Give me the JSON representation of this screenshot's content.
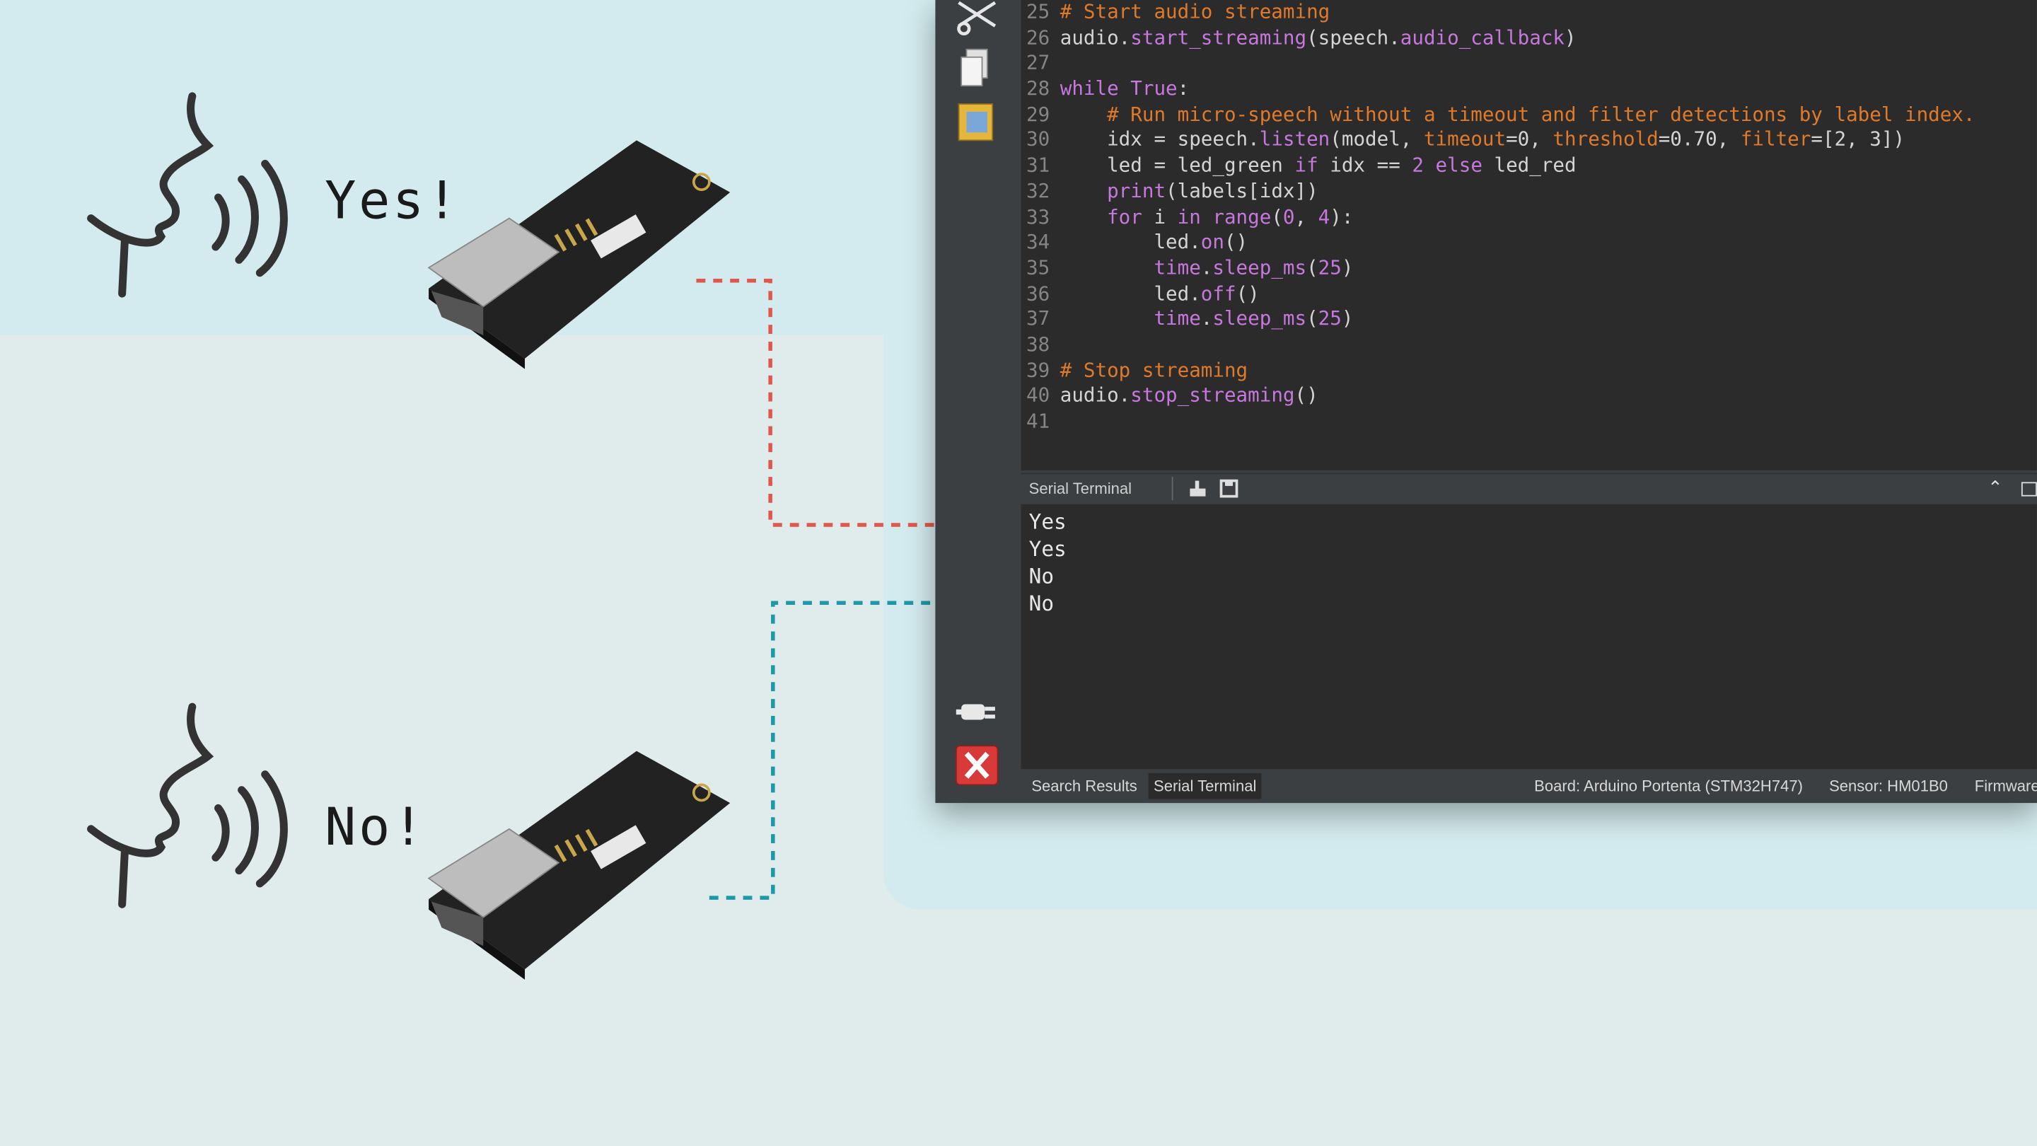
{
  "speech": {
    "yes_label": "Yes!",
    "no_label": "No!"
  },
  "colors": {
    "yes_line": "#e0574b",
    "no_line": "#1e97a8",
    "background": "#d3ebee"
  },
  "toolbar": {
    "items": [
      {
        "name": "cut-icon"
      },
      {
        "name": "copy-icon"
      },
      {
        "name": "paste-icon"
      },
      {
        "name": "connect-icon"
      },
      {
        "name": "stop-icon"
      }
    ]
  },
  "editor": {
    "lines": [
      {
        "n": "25",
        "tokens": [
          {
            "t": "# Start audio streaming",
            "c": "c-com"
          }
        ]
      },
      {
        "n": "26",
        "tokens": [
          {
            "t": "audio",
            "c": ""
          },
          {
            "t": ".",
            "c": ""
          },
          {
            "t": "start_streaming",
            "c": "c-fn"
          },
          {
            "t": "(speech.",
            "c": ""
          },
          {
            "t": "audio_callback",
            "c": "c-fn"
          },
          {
            "t": ")",
            "c": ""
          }
        ]
      },
      {
        "n": "27",
        "tokens": []
      },
      {
        "n": "28",
        "tokens": [
          {
            "t": "while",
            "c": "c-kw"
          },
          {
            "t": " ",
            "c": ""
          },
          {
            "t": "True",
            "c": "c-kw"
          },
          {
            "t": ":",
            "c": ""
          }
        ]
      },
      {
        "n": "29",
        "tokens": [
          {
            "t": "    # Run micro-speech without a timeout and filter detections by label index.",
            "c": "c-com"
          }
        ]
      },
      {
        "n": "30",
        "tokens": [
          {
            "t": "    idx = speech.",
            "c": ""
          },
          {
            "t": "listen",
            "c": "c-fn"
          },
          {
            "t": "(model, ",
            "c": ""
          },
          {
            "t": "timeout",
            "c": "c-com"
          },
          {
            "t": "=0, ",
            "c": ""
          },
          {
            "t": "threshold",
            "c": "c-com"
          },
          {
            "t": "=0.70, ",
            "c": ""
          },
          {
            "t": "filter",
            "c": "c-com"
          },
          {
            "t": "=[2, 3])",
            "c": ""
          }
        ]
      },
      {
        "n": "31",
        "tokens": [
          {
            "t": "    led = led_green ",
            "c": ""
          },
          {
            "t": "if",
            "c": "c-kw"
          },
          {
            "t": " idx == ",
            "c": ""
          },
          {
            "t": "2",
            "c": "c-num"
          },
          {
            "t": " ",
            "c": ""
          },
          {
            "t": "else",
            "c": "c-kw"
          },
          {
            "t": " led_red",
            "c": ""
          }
        ]
      },
      {
        "n": "32",
        "tokens": [
          {
            "t": "    ",
            "c": ""
          },
          {
            "t": "print",
            "c": "c-fn"
          },
          {
            "t": "(labels[idx])",
            "c": ""
          }
        ]
      },
      {
        "n": "33",
        "tokens": [
          {
            "t": "    ",
            "c": ""
          },
          {
            "t": "for",
            "c": "c-kw"
          },
          {
            "t": " i ",
            "c": ""
          },
          {
            "t": "in",
            "c": "c-kw"
          },
          {
            "t": " ",
            "c": ""
          },
          {
            "t": "range",
            "c": "c-fn"
          },
          {
            "t": "(",
            "c": ""
          },
          {
            "t": "0",
            "c": "c-num"
          },
          {
            "t": ", ",
            "c": ""
          },
          {
            "t": "4",
            "c": "c-num"
          },
          {
            "t": "):",
            "c": ""
          }
        ]
      },
      {
        "n": "34",
        "tokens": [
          {
            "t": "        led.",
            "c": ""
          },
          {
            "t": "on",
            "c": "c-fn"
          },
          {
            "t": "()",
            "c": ""
          }
        ]
      },
      {
        "n": "35",
        "tokens": [
          {
            "t": "        ",
            "c": ""
          },
          {
            "t": "time",
            "c": "c-fn"
          },
          {
            "t": ".",
            "c": ""
          },
          {
            "t": "sleep_ms",
            "c": "c-fn"
          },
          {
            "t": "(",
            "c": ""
          },
          {
            "t": "25",
            "c": "c-num"
          },
          {
            "t": ")",
            "c": ""
          }
        ]
      },
      {
        "n": "36",
        "tokens": [
          {
            "t": "        led.",
            "c": ""
          },
          {
            "t": "off",
            "c": "c-fn"
          },
          {
            "t": "()",
            "c": ""
          }
        ]
      },
      {
        "n": "37",
        "tokens": [
          {
            "t": "        ",
            "c": ""
          },
          {
            "t": "time",
            "c": "c-fn"
          },
          {
            "t": ".",
            "c": ""
          },
          {
            "t": "sleep_ms",
            "c": "c-fn"
          },
          {
            "t": "(",
            "c": ""
          },
          {
            "t": "25",
            "c": "c-num"
          },
          {
            "t": ")",
            "c": ""
          }
        ]
      },
      {
        "n": "38",
        "tokens": []
      },
      {
        "n": "39",
        "tokens": [
          {
            "t": "# Stop streaming",
            "c": "c-com"
          }
        ]
      },
      {
        "n": "40",
        "tokens": [
          {
            "t": "audio",
            "c": ""
          },
          {
            "t": ".",
            "c": ""
          },
          {
            "t": "stop_streaming",
            "c": "c-fn"
          },
          {
            "t": "()",
            "c": ""
          }
        ]
      },
      {
        "n": "41",
        "tokens": []
      }
    ]
  },
  "terminal": {
    "title": "Serial Terminal",
    "lines": [
      "Yes",
      "Yes",
      "No",
      "No"
    ]
  },
  "statusbar": {
    "tabs": [
      "Search Results",
      "Serial Terminal"
    ],
    "board": "Board: Arduino Portenta (STM32H747)",
    "sensor": "Sensor: HM01B0",
    "firmware": "Firmware"
  }
}
